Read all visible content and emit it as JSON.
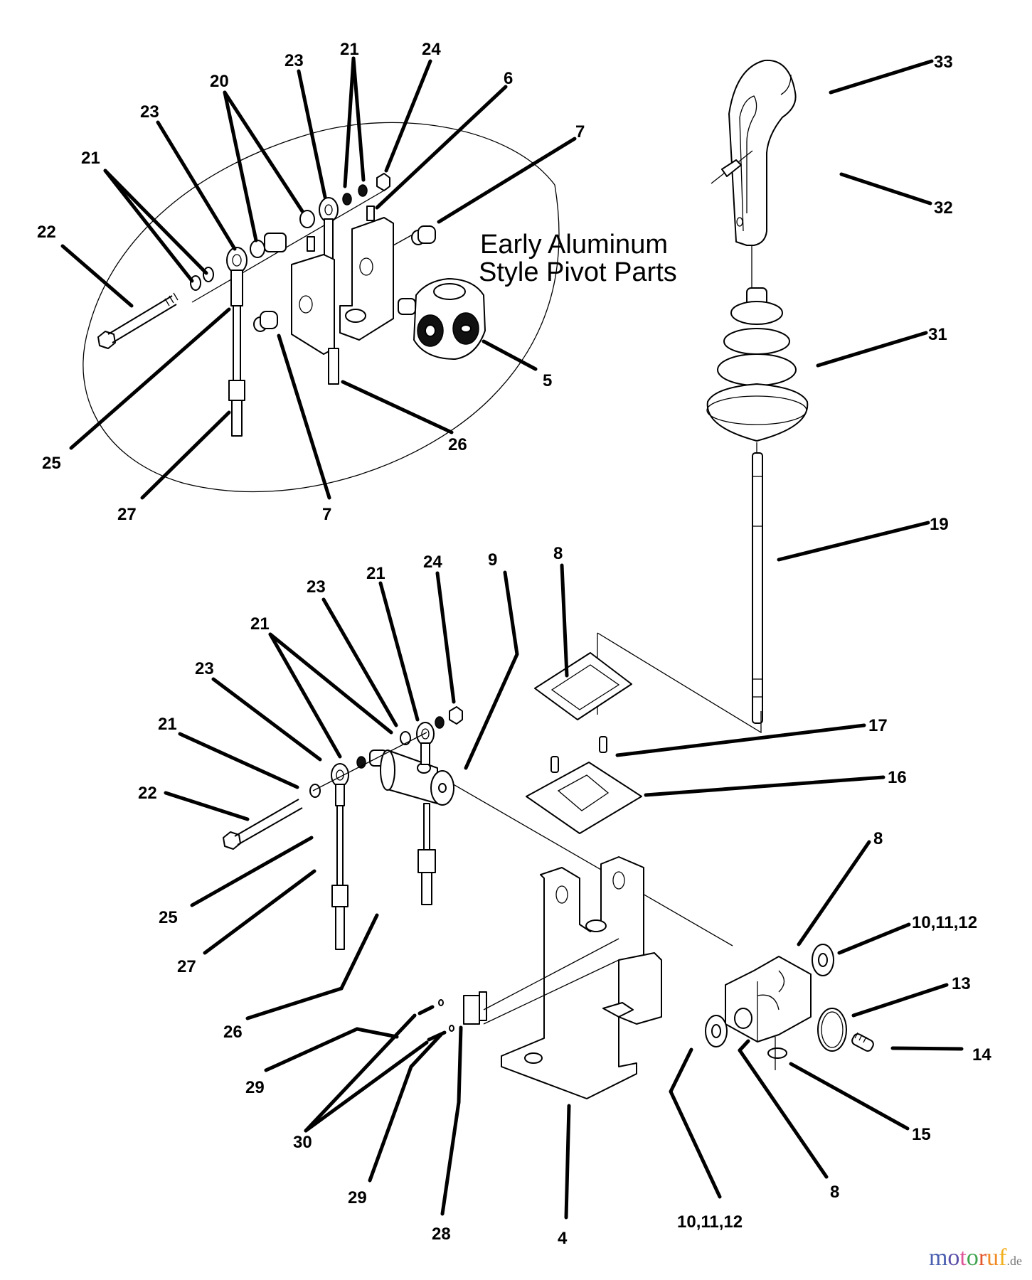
{
  "diagram": {
    "type": "exploded-parts-diagram",
    "subject": "control lever / joystick assembly",
    "inset": {
      "title_line1": "Early Aluminum",
      "title_line2": "Style Pivot Parts"
    },
    "callouts_upper": [
      {
        "id": "c-22a",
        "label": "22",
        "part": "bolt"
      },
      {
        "id": "c-21a",
        "label": "21",
        "part": "washer"
      },
      {
        "id": "c-23a",
        "label": "23",
        "part": "rod end"
      },
      {
        "id": "c-20",
        "label": "20",
        "part": "spacer"
      },
      {
        "id": "c-23b",
        "label": "23",
        "part": "rod end"
      },
      {
        "id": "c-21b",
        "label": "21",
        "part": "washer"
      },
      {
        "id": "c-24a",
        "label": "24",
        "part": "nut"
      },
      {
        "id": "c-6",
        "label": "6",
        "part": "set screw"
      },
      {
        "id": "c-7a",
        "label": "7",
        "part": "bushing"
      },
      {
        "id": "c-5",
        "label": "5",
        "part": "pivot block (aluminum)"
      },
      {
        "id": "c-26a",
        "label": "26",
        "part": "cable"
      },
      {
        "id": "c-25a",
        "label": "25",
        "part": "jam nut"
      },
      {
        "id": "c-27a",
        "label": "27",
        "part": "cable"
      },
      {
        "id": "c-7b",
        "label": "7",
        "part": "bushing"
      }
    ],
    "callouts_right": [
      {
        "id": "c-33",
        "label": "33",
        "part": "knob"
      },
      {
        "id": "c-32",
        "label": "32",
        "part": "pin"
      },
      {
        "id": "c-31",
        "label": "31",
        "part": "boot"
      },
      {
        "id": "c-19",
        "label": "19",
        "part": "lever shaft"
      }
    ],
    "callouts_lower": [
      {
        "id": "c-8a",
        "label": "8",
        "part": "gasket"
      },
      {
        "id": "c-9",
        "label": "9",
        "part": "pivot"
      },
      {
        "id": "c-24b",
        "label": "24",
        "part": "nut"
      },
      {
        "id": "c-21c",
        "label": "21",
        "part": "washer"
      },
      {
        "id": "c-23c",
        "label": "23",
        "part": "rod end"
      },
      {
        "id": "c-21d",
        "label": "21",
        "part": "washer"
      },
      {
        "id": "c-23d",
        "label": "23",
        "part": "rod end"
      },
      {
        "id": "c-21e",
        "label": "21",
        "part": "washer"
      },
      {
        "id": "c-22b",
        "label": "22",
        "part": "bolt"
      },
      {
        "id": "c-17",
        "label": "17",
        "part": "screw"
      },
      {
        "id": "c-16",
        "label": "16",
        "part": "plate"
      },
      {
        "id": "c-8b",
        "label": "8",
        "part": "block"
      },
      {
        "id": "c-101112a",
        "label": "10,11,12",
        "part": "shim washer"
      },
      {
        "id": "c-13",
        "label": "13",
        "part": "o-ring"
      },
      {
        "id": "c-14",
        "label": "14",
        "part": "spring"
      },
      {
        "id": "c-15",
        "label": "15",
        "part": "ring"
      },
      {
        "id": "c-8c",
        "label": "8",
        "part": "block"
      },
      {
        "id": "c-101112b",
        "label": "10,11,12",
        "part": "shim washer"
      },
      {
        "id": "c-4",
        "label": "4",
        "part": "housing"
      },
      {
        "id": "c-28",
        "label": "28",
        "part": "switch"
      },
      {
        "id": "c-29a",
        "label": "29",
        "part": "washer"
      },
      {
        "id": "c-30",
        "label": "30",
        "part": "screw"
      },
      {
        "id": "c-29b",
        "label": "29",
        "part": "washer"
      },
      {
        "id": "c-26b",
        "label": "26",
        "part": "cable"
      },
      {
        "id": "c-27b",
        "label": "27",
        "part": "cable"
      },
      {
        "id": "c-25b",
        "label": "25",
        "part": "jam nut"
      }
    ]
  },
  "watermark": {
    "letters": [
      {
        "ch": "m",
        "color": "#4a5fb0"
      },
      {
        "ch": "o",
        "color": "#5a4fa8"
      },
      {
        "ch": "t",
        "color": "#e0559a"
      },
      {
        "ch": "o",
        "color": "#3fa34d"
      },
      {
        "ch": "r",
        "color": "#e4572e"
      },
      {
        "ch": "u",
        "color": "#f08a24"
      },
      {
        "ch": "f",
        "color": "#f2b01e"
      }
    ],
    "tld": ".de",
    "tld_color": "#777777"
  }
}
